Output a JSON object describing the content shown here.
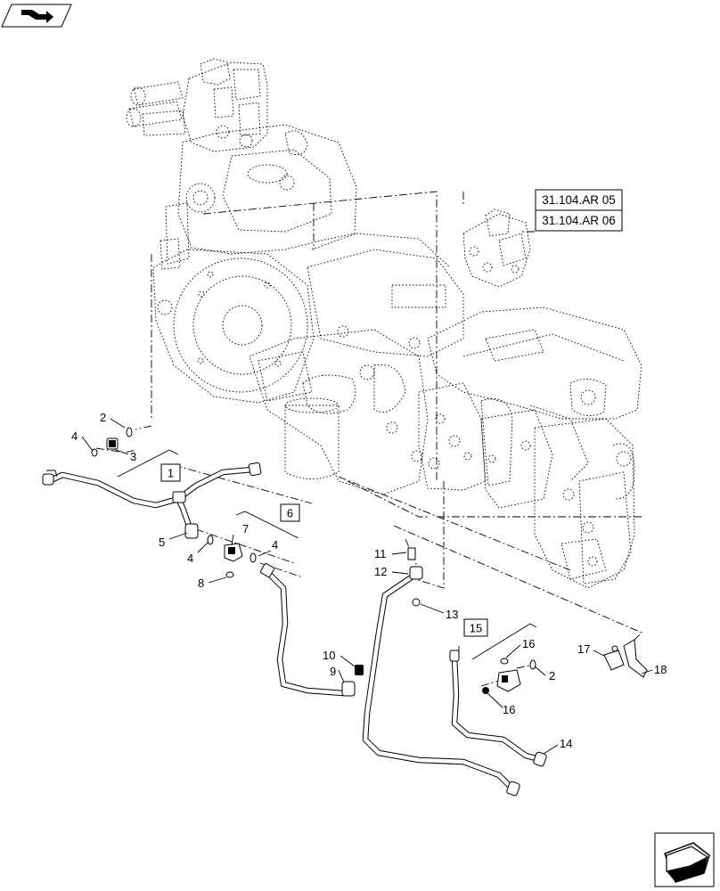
{
  "references": [
    {
      "id": "ref-31104ar05",
      "text": "31.104.AR 05"
    },
    {
      "id": "ref-31104ar06",
      "text": "31.104.AR 06"
    }
  ],
  "group_labels": [
    {
      "id": "group-1",
      "text": "1"
    },
    {
      "id": "group-6",
      "text": "6"
    },
    {
      "id": "group-15",
      "text": "15"
    }
  ],
  "callouts": [
    {
      "id": "c2a",
      "text": "2"
    },
    {
      "id": "c4a",
      "text": "4"
    },
    {
      "id": "c3",
      "text": "3"
    },
    {
      "id": "c5",
      "text": "5"
    },
    {
      "id": "c4b",
      "text": "4"
    },
    {
      "id": "c7",
      "text": "7"
    },
    {
      "id": "c4c",
      "text": "4"
    },
    {
      "id": "c8",
      "text": "8"
    },
    {
      "id": "c11",
      "text": "11"
    },
    {
      "id": "c12",
      "text": "12"
    },
    {
      "id": "c13",
      "text": "13"
    },
    {
      "id": "c10",
      "text": "10"
    },
    {
      "id": "c9",
      "text": "9"
    },
    {
      "id": "c16a",
      "text": "16"
    },
    {
      "id": "c2b",
      "text": "2"
    },
    {
      "id": "c16b",
      "text": "16"
    },
    {
      "id": "c17",
      "text": "17"
    },
    {
      "id": "c18",
      "text": "18"
    },
    {
      "id": "c14",
      "text": "14"
    }
  ],
  "icons": {
    "top_left": "page-navigation-icon",
    "bottom_right": "next-page-arrow-icon"
  }
}
